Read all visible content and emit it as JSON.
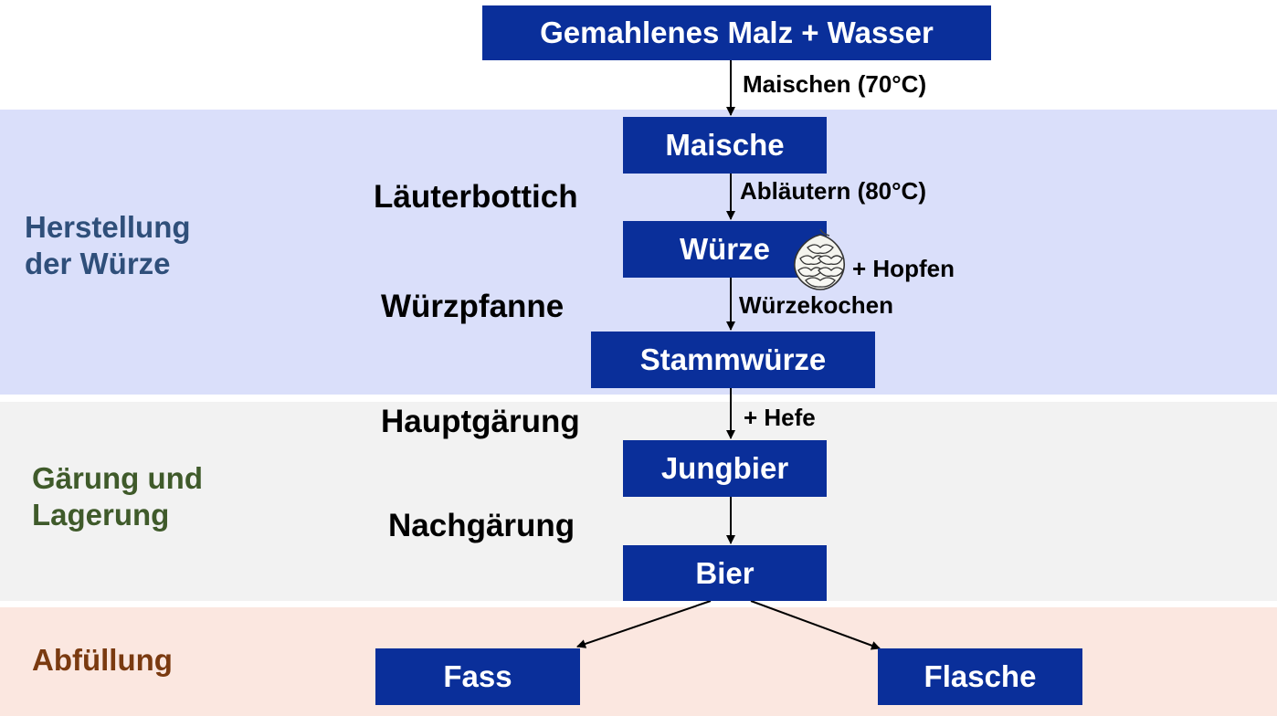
{
  "colors": {
    "box": "#0a2f9a",
    "box_text": "#ffffff",
    "band_wuerze": "#dadffa",
    "band_gaerung": "#f2f2f2",
    "band_abfuellung": "#fbe7e0",
    "stage_wuerze": "#2f4f7a",
    "stage_gaerung": "#3f5a2a",
    "stage_abfuellung": "#7a3a10"
  },
  "stages": {
    "wuerze": [
      "Herstellung",
      "der Würze"
    ],
    "gaerung": [
      "Gärung und",
      "Lagerung"
    ],
    "abfuellung": "Abfüllung"
  },
  "boxes": {
    "malz": "Gemahlenes Malz + Wasser",
    "maische": "Maische",
    "wuerze": "Würze",
    "stammwuerze": "Stammwürze",
    "jungbier": "Jungbier",
    "bier": "Bier",
    "fass": "Fass",
    "flasche": "Flasche"
  },
  "equipment": {
    "laeuterbottich": "Läuterbottich",
    "wuerzpfanne": "Würzpfanne",
    "hauptgaerung": "Hauptgärung",
    "nachgaerung": "Nachgärung"
  },
  "steps": {
    "maischen": "Maischen (70°C)",
    "ablaeutern": "Abläutern (80°C)",
    "hopfen": "+ Hopfen",
    "wuerzekochen": "Würzekochen",
    "hefe": "+ Hefe"
  },
  "icons": {
    "hop": "hop-cone-icon"
  }
}
